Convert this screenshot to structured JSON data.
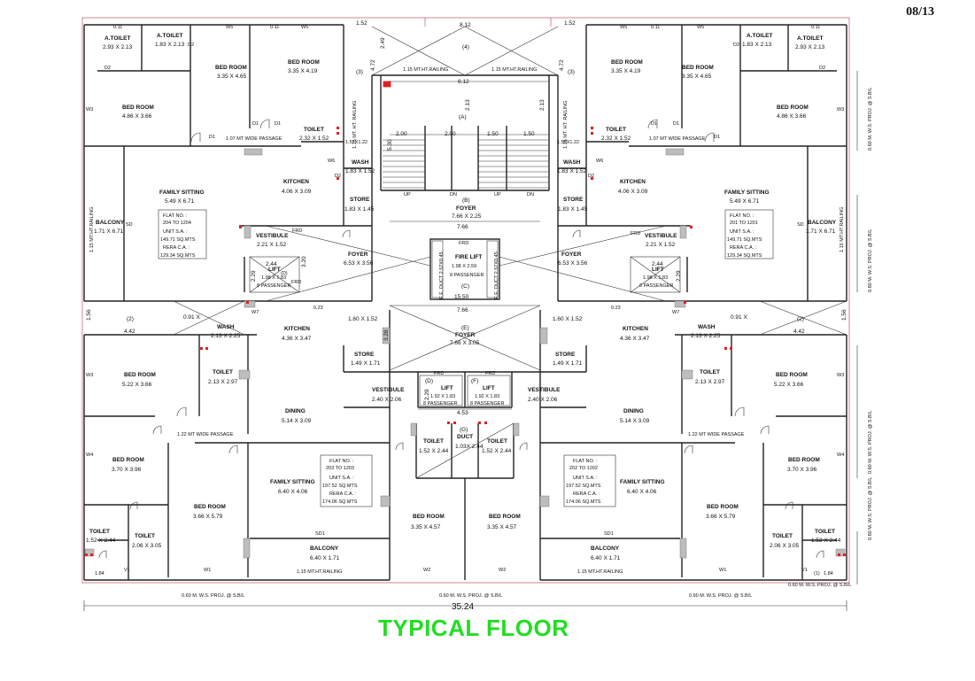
{
  "page_number": "08/13",
  "title": "TYPICAL FLOOR",
  "colors": {
    "title": "#22dd22",
    "walls": "#222222",
    "outline": "#c0506a",
    "door_marks": "#e02020"
  },
  "rooms": {
    "tl_atoilet_name": "A.TOILET",
    "tl_atoilet_dim": "2.93 X 2.13",
    "tl_atoilet2_name": "A.TOILET",
    "tl_atoilet2_dim": "1.83 X 2.13",
    "tl_bed1_name": "BED ROOM",
    "tl_bed1_dim": "3.35 X 4.65",
    "tl_bed2_name": "BED ROOM",
    "tl_bed2_dim": "3.35 X 4.19",
    "tl_bed3_name": "BED ROOM",
    "tl_bed3_dim": "4.86 X 3.66",
    "tl_toilet_name": "TOILET",
    "tl_toilet_dim": "2.32 X 1.52",
    "tl_wash_name": "WASH",
    "tl_wash_dim": "1.83 X 1.52",
    "tl_kitchen_name": "KITCHEN",
    "tl_kitchen_dim": "4.06 X 3.09",
    "tl_store_name": "STORE",
    "tl_store_dim": "1.83 X 1.45",
    "tl_family_name": "FAMILY SITTING",
    "tl_family_dim": "5.49 X 6.71",
    "tl_balcony_name": "BALCONY",
    "tl_balcony_dim": "1.71 X 6.71",
    "tl_vest_name": "VESTIBULE",
    "tl_vest_dim": "2.21 X 1.52",
    "tl_foyer_name": "FOYER",
    "tl_foyer_dim": "6.53 X 3.56",
    "tl_lift_name": "LIFT",
    "tl_lift_dim": "1.98 X 1.83",
    "tl_lift_cap": "8 PASSENGER",
    "tl_passage": "1.07 MT WIDE PASSAGE",
    "tr_atoilet_name": "A.TOILET",
    "tr_atoilet_dim": "2.93 X 2.13",
    "tr_atoilet2_name": "A.TOILET",
    "tr_atoilet2_dim": "1.83 X 2.13",
    "tr_bed1_name": "BED ROOM",
    "tr_bed1_dim": "3.35 X 4.19",
    "tr_bed2_name": "BED ROOM",
    "tr_bed2_dim": "3.35 X 4.65",
    "tr_bed3_name": "BED ROOM",
    "tr_bed3_dim": "4.86 X 3.66",
    "tr_toilet_name": "TOILET",
    "tr_toilet_dim": "2.32 X 1.52",
    "tr_wash_name": "WASH",
    "tr_wash_dim": "1.83 X 1.52",
    "tr_kitchen_name": "KITCHEN",
    "tr_kitchen_dim": "4.06 X 3.09",
    "tr_store_name": "STORE",
    "tr_store_dim": "1.83 X 1.45",
    "tr_family_name": "FAMILY SITTING",
    "tr_family_dim": "5.49 X 6.71",
    "tr_balcony_name": "BALCONY",
    "tr_balcony_dim": "1.71 X 6.71",
    "tr_vest_name": "VESTIBULE",
    "tr_vest_dim": "2.21 X 1.52",
    "tr_foyer_name": "FOYER",
    "tr_foyer_dim": "6.53 X 3.56",
    "tr_lift_name": "LIFT",
    "tr_lift_dim": "1.98 X 1.83",
    "tr_lift_cap": "8 PASSENGER",
    "tr_passage": "1.07 MT WIDE PASSAGE",
    "c_foyer_top_name": "FOYER",
    "c_foyer_top_dim": "7.66 X 2.25",
    "c_fire_lift_name": "FIRE LIFT",
    "c_fire_lift_dim": "1.98 X 2.59",
    "c_fire_lift_cap": "8 PASSENGER",
    "c_foyer_mid_name": "FOYER",
    "c_foyer_mid_dim": "7.66 X 3.05",
    "c_lift_l_name": "LIFT",
    "c_lift_l_dim": "1.92 X 1.83",
    "c_lift_l_cap": "8 PASSENGER",
    "c_lift_r_name": "LIFT",
    "c_lift_r_dim": "1.92 X 1.83",
    "c_lift_r_cap": "8 PASSENGER",
    "c_toilet_l_name": "TOILET",
    "c_toilet_l_dim": "1.52 X 2.44",
    "c_toilet_r_name": "TOILET",
    "c_toilet_r_dim": "1.52 X 2.44",
    "c_duct_name": "DUCT",
    "c_duct_dim": "1.03X 2.44",
    "c_bed_l_name": "BED ROOM",
    "c_bed_l_dim": "3.35 X 4.57",
    "c_bed_r_name": "BED ROOM",
    "c_bed_r_dim": "3.35 X 4.57",
    "bl_bed1_name": "BED ROOM",
    "bl_bed1_dim": "5.22 X 3.66",
    "bl_toilet_name": "TOILET",
    "bl_toilet_dim": "2.13 X 2.97",
    "bl_wash_name": "WASH",
    "bl_wash_dim": "2.13 X 2.25",
    "bl_kitchen_name": "KITCHEN",
    "bl_kitchen_dim": "4.36 X 3.47",
    "bl_store_name": "STORE",
    "bl_store_dim": "1.49 X 1.71",
    "bl_vest_name": "VESTIBULE",
    "bl_vest_dim": "2.40 X 2.06",
    "bl_dining_name": "DINING",
    "bl_dining_dim": "5.14 X 3.09",
    "bl_bed2_name": "BED ROOM",
    "bl_bed2_dim": "3.70 X 3.96",
    "bl_bed3_name": "BED ROOM",
    "bl_bed3_dim": "3.66 X 5.79",
    "bl_family_name": "FAMILY SITTING",
    "bl_family_dim": "6.40 X 4.06",
    "bl_toilet2_name": "TOILET",
    "bl_toilet2_dim": "1.52 X 2.44",
    "bl_toilet3_name": "TOILET",
    "bl_toilet3_dim": "2.06 X 3.05",
    "bl_balcony_name": "BALCONY",
    "bl_balcony_dim": "6.40 X 1.71",
    "bl_passage": "1.22 MT WIDE PASSAGE",
    "br_bed1_name": "BED ROOM",
    "br_bed1_dim": "5.22 X 3.66",
    "br_toilet_name": "TOILET",
    "br_toilet_dim": "2.13 X 2.97",
    "br_wash_name": "WASH",
    "br_wash_dim": "2.13 X 2.25",
    "br_kitchen_name": "KITCHEN",
    "br_kitchen_dim": "4.36 X 3.47",
    "br_store_name": "STORE",
    "br_store_dim": "1.49 X 1.71",
    "br_vest_name": "VESTIBULE",
    "br_vest_dim": "2.40 X 2.06",
    "br_dining_name": "DINING",
    "br_dining_dim": "5.14 X 3.09",
    "br_bed2_name": "BED ROOM",
    "br_bed2_dim": "3.70 X 3.96",
    "br_bed3_name": "BED ROOM",
    "br_bed3_dim": "3.66 X 5.79",
    "br_family_name": "FAMILY SITTING",
    "br_family_dim": "6.40 X 4.06",
    "br_toilet2_name": "TOILET",
    "br_toilet2_dim": "1.52 X 2.44",
    "br_toilet3_name": "TOILET",
    "br_toilet3_dim": "2.06 X 3.05",
    "br_balcony_name": "BALCONY",
    "br_balcony_dim": "6.40 X 1.71",
    "br_passage": "1.22 MT WIDE PASSAGE"
  },
  "flats": {
    "tl": {
      "l1": "FLAT NO. :",
      "l2": "204 TO 1204",
      "l3": "UNIT S.A. :",
      "l4": "149.71 SQ.MTS",
      "l5": "RERA C.A. :",
      "l6": "129.34 SQ.MTS"
    },
    "tr": {
      "l1": "FLAT NO. :",
      "l2": "201 TO 1201",
      "l3": "UNIT S.A. :",
      "l4": "149.71 SQ.MTS",
      "l5": "RERA C.A. :",
      "l6": "129.34 SQ.MTS"
    },
    "bl": {
      "l1": "FLAT NO. :",
      "l2": "203 TO 1203",
      "l3": "UNIT S.A. :",
      "l4": "197.52 SQ.MTS",
      "l5": "RERA C.A. :",
      "l6": "174.06 SQ.MTS"
    },
    "br": {
      "l1": "FLAT NO. :",
      "l2": "202 TO 1202",
      "l3": "UNIT S.A. :",
      "l4": "197.52 SQ.MTS",
      "l5": "RERA C.A. :",
      "l6": "174.06 SQ.MTS"
    }
  },
  "dims": {
    "overall": "35.24",
    "top_span": "8.12",
    "top_mid": "8.12",
    "c766a": "7.66",
    "c766b": "7.66",
    "c1550": "15.50",
    "c453": "4.53",
    "d200a": "2.00",
    "d200b": "2.00",
    "d150a": "1.50",
    "d150b": "1.50",
    "d530": "5.30",
    "d213a": "2.13",
    "d213b": "2.13",
    "d472a": "4.72",
    "d472b": "4.72",
    "d152a": "1.52",
    "d152b": "1.52",
    "d249": "2.49",
    "d244a": "2.44",
    "d244b": "2.44",
    "d320": "3.20",
    "d229a": "2.29",
    "d229b": "2.29",
    "d328": "3.28",
    "d442a": "4.42",
    "d442b": "4.42",
    "d091a": "0.91 X",
    "d091b": "0.91 X",
    "d156a": "1.56",
    "d156b": "1.56",
    "d160a": "1.60 X 1.52",
    "d160b": "1.60 X 1.52",
    "d023a": "0.23",
    "d023b": "0.23",
    "d184a": "1.84",
    "d184b": "1.84",
    "d229c": "2.29",
    "d103": "1.03X",
    "d244c": "2.44"
  },
  "labels": {
    "railing_top_l": "1.15 MT.HT.RAILING",
    "railing_top_r": "1.15 MT.HT.RAILING",
    "railing_mid_l": "1.15 MT. HT. RAILING",
    "railing_mid_r": "1.15 MT. HT. RAILING",
    "railing_dim_l": "1.52X1.22",
    "railing_dim_r": "1.52X1.22",
    "railing_bot_l": "1.15 MT.HT.RAILING",
    "railing_bot_r": "1.15 MT.HT.RAILING",
    "ws_proj_bl": "0.60 M. W.S. PROJ. @ S.B/L",
    "ws_proj_bc": "0.60 M. W.S. PROJ. @ S.B/L",
    "ws_proj_br": "0.60 M. W.S. PROJ. @ S.B/L",
    "ws_proj_br2": "0.60 M. W.S. PROJ. @ S.B/L",
    "ws_proj_r1": "0.60 M. W.S. PROJ. @ S.B/L",
    "ws_proj_r2": "0.60 M. W.S. PROJ. @ S.B/L",
    "ws_proj_r3": "0.60 M. W.S. PROJ. @ S.B/L",
    "ws_proj_r4": "0.60 M. W.S. PROJ. @ S.B/L",
    "ee_duct_l": "E.E. DUCT 2.57X0.45",
    "ee_duct_r": "E.E. DUCT 2.57X0.45",
    "mark_1": "(1)",
    "mark_2a": "(2)",
    "mark_2b": "(2)",
    "mark_3a": "(3)",
    "mark_3b": "(3)",
    "mark_4": "(4)",
    "mark_a": "(A)",
    "mark_b": "(B)",
    "mark_c": "(C)",
    "mark_d1": "(D)",
    "mark_d2": "(D)",
    "mark_e": "(E)",
    "mark_f": "(F)",
    "mark_g": "(G)",
    "up_1": "UP",
    "dn_1": "DN",
    "up_2": "UP",
    "dn_2": "DN",
    "frd_1": "FRD",
    "frd_2": "FRD",
    "frd_3": "FRD",
    "frd_4": "FRD",
    "frd_5": "FRD",
    "frd_6": "FRD",
    "sd_l": "SD",
    "sd_r": "SD",
    "sd1_l": "SD1",
    "sd1_r": "SD1",
    "w1_l": "W1",
    "w1_r": "W1",
    "w2_l": "W2",
    "w2_r": "W2",
    "w3_l": "W3",
    "w3_r": "W3",
    "w4_l": "W4",
    "w4_r": "W4",
    "w5_a": "W5",
    "w5_b": "W5",
    "w5_c": "W5",
    "w5_d": "W5",
    "w6_l": "W6",
    "w6_r": "W6",
    "w7_l": "W7",
    "w7_r": "W7",
    "v1_l": "V1",
    "v1_r": "V1",
    "d1_a": "D1",
    "d1_b": "D1",
    "d1_c": "D1",
    "d1_d": "D1",
    "d1_e": "D1",
    "d1_f": "D1",
    "d2_a": "D2",
    "d2_b": "D2",
    "d2_c": "D2",
    "d2_d": "D2",
    "d2_e": "D2",
    "d2_f": "D2",
    "t011_a": "0.11",
    "t011_b": "0.11",
    "t011_c": "0.11",
    "t011_d": "0.11"
  }
}
